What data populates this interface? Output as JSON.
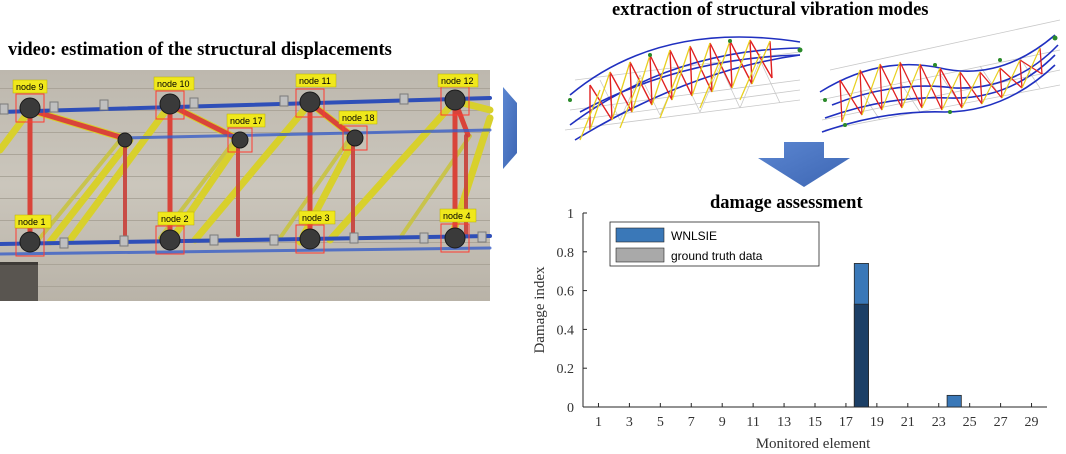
{
  "titles": {
    "video": "video: estimation of the structural displacements",
    "modes": "extraction of structural vibration modes",
    "damage": "damage assessment"
  },
  "photo": {
    "node_labels": [
      "node 9",
      "node 10",
      "node 17",
      "node 11",
      "node 18",
      "node 12",
      "node 1",
      "node 2",
      "node 3",
      "node 4"
    ]
  },
  "icons": {
    "arrow_right": "arrow-right-icon",
    "arrow_down": "arrow-down-icon"
  },
  "colors": {
    "wnlsie": "#3a78b8",
    "ground_truth": "#a9a9a9",
    "overlap": "#1c3f66",
    "arrow": "#4472c4",
    "label_bg": "#f0e81c"
  },
  "chart_data": {
    "type": "bar",
    "xlabel": "Monitored element",
    "ylabel": "Damage index",
    "xticks": [
      1,
      3,
      5,
      7,
      9,
      11,
      13,
      15,
      17,
      19,
      21,
      23,
      25,
      27,
      29
    ],
    "yticks": [
      0,
      0.2,
      0.4,
      0.6,
      0.8,
      1
    ],
    "ylim": [
      0,
      1
    ],
    "xlim": [
      0,
      30
    ],
    "legend_position": "top-left",
    "series": [
      {
        "name": "WNLSIE",
        "points": [
          {
            "x": 18,
            "y": 0.74
          },
          {
            "x": 24,
            "y": 0.06
          }
        ]
      },
      {
        "name": "ground truth data",
        "points": [
          {
            "x": 18,
            "y": 0.53
          }
        ]
      }
    ]
  }
}
